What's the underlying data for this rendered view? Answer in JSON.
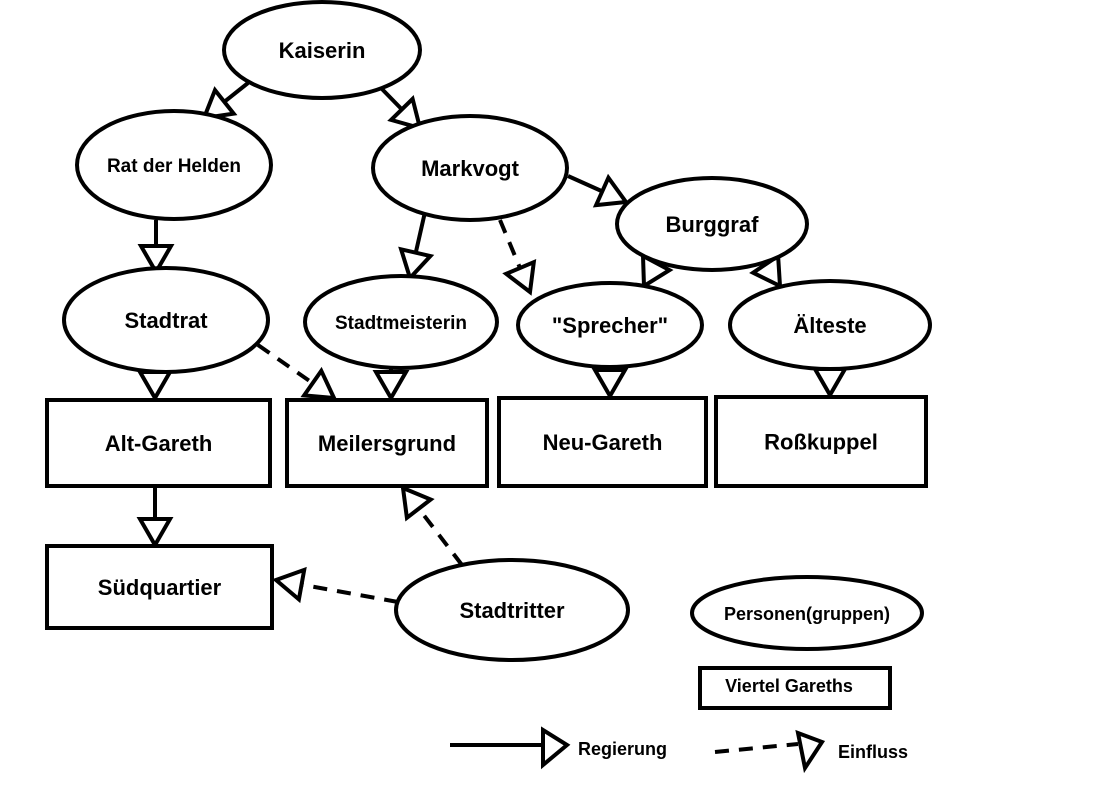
{
  "nodes": [
    {
      "id": "kaiserin",
      "label": "Kaiserin",
      "shape": "ellipse"
    },
    {
      "id": "rat",
      "label": "Rat der Helden",
      "shape": "ellipse"
    },
    {
      "id": "markvogt",
      "label": "Markvogt",
      "shape": "ellipse"
    },
    {
      "id": "burggraf",
      "label": "Burggraf",
      "shape": "ellipse"
    },
    {
      "id": "stadtrat",
      "label": "Stadtrat",
      "shape": "ellipse"
    },
    {
      "id": "stadtmeisterin",
      "label": "Stadtmeisterin",
      "shape": "ellipse"
    },
    {
      "id": "sprecher",
      "label": "\"Sprecher\"",
      "shape": "ellipse"
    },
    {
      "id": "aelteste",
      "label": "Älteste",
      "shape": "ellipse"
    },
    {
      "id": "alt-gareth",
      "label": "Alt-Gareth",
      "shape": "rect"
    },
    {
      "id": "meilersgrund",
      "label": "Meilersgrund",
      "shape": "rect"
    },
    {
      "id": "neu-gareth",
      "label": "Neu-Gareth",
      "shape": "rect"
    },
    {
      "id": "rosskuppel",
      "label": "Roßkuppel",
      "shape": "rect"
    },
    {
      "id": "suedquartier",
      "label": "Südquartier",
      "shape": "rect"
    },
    {
      "id": "stadtritter",
      "label": "Stadtritter",
      "shape": "ellipse"
    }
  ],
  "edges": [
    {
      "from": "kaiserin",
      "to": "rat",
      "type": "Regierung"
    },
    {
      "from": "kaiserin",
      "to": "markvogt",
      "type": "Regierung"
    },
    {
      "from": "markvogt",
      "to": "burggraf",
      "type": "Regierung"
    },
    {
      "from": "rat",
      "to": "stadtrat",
      "type": "Regierung"
    },
    {
      "from": "markvogt",
      "to": "stadtmeisterin",
      "type": "Regierung"
    },
    {
      "from": "markvogt",
      "to": "sprecher",
      "type": "Einfluss"
    },
    {
      "from": "burggraf",
      "to": "sprecher",
      "type": "Regierung"
    },
    {
      "from": "burggraf",
      "to": "aelteste",
      "type": "Regierung"
    },
    {
      "from": "stadtrat",
      "to": "alt-gareth",
      "type": "Regierung"
    },
    {
      "from": "stadtrat",
      "to": "meilersgrund",
      "type": "Einfluss"
    },
    {
      "from": "stadtmeisterin",
      "to": "meilersgrund",
      "type": "Regierung"
    },
    {
      "from": "sprecher",
      "to": "neu-gareth",
      "type": "Regierung"
    },
    {
      "from": "aelteste",
      "to": "rosskuppel",
      "type": "Regierung"
    },
    {
      "from": "alt-gareth",
      "to": "suedquartier",
      "type": "Regierung"
    },
    {
      "from": "stadtritter",
      "to": "meilersgrund",
      "type": "Einfluss"
    },
    {
      "from": "stadtritter",
      "to": "suedquartier",
      "type": "Einfluss"
    }
  ],
  "legend": {
    "persons_label": "Personen(gruppen)",
    "districts_label": "Viertel Gareths",
    "solid_label": "Regierung",
    "dashed_label": "Einfluss"
  }
}
